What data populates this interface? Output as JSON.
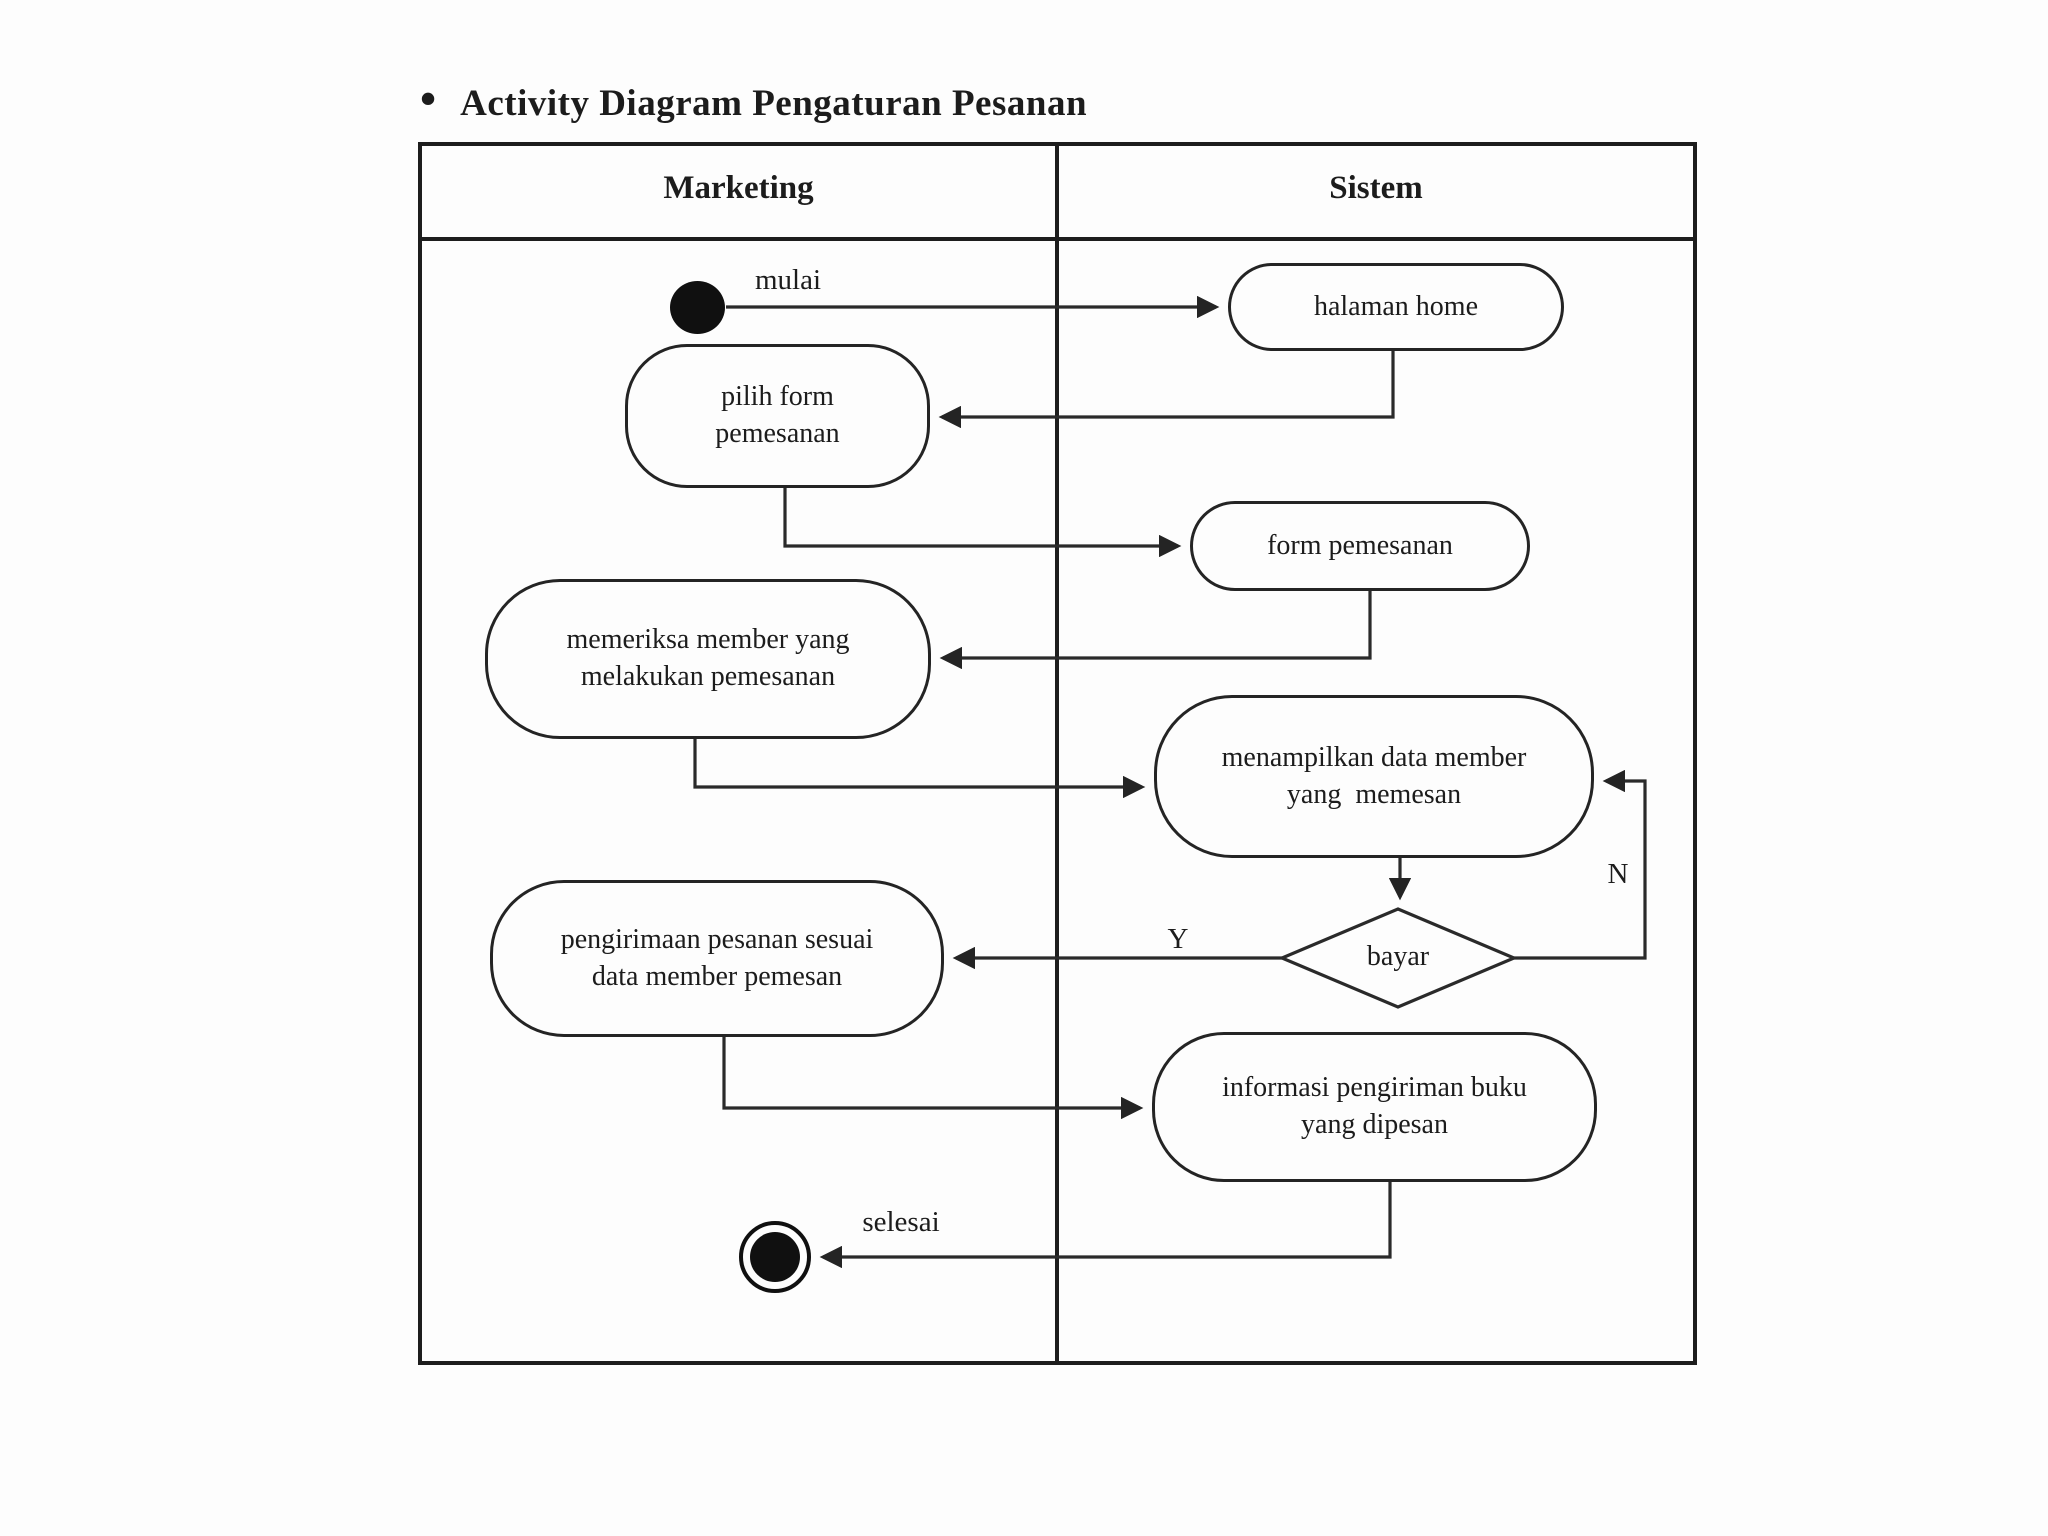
{
  "title": {
    "bullet": "•",
    "text": "Activity Diagram Pengaturan Pesanan"
  },
  "lanes": {
    "left": "Marketing",
    "right": "Sistem"
  },
  "nodes": {
    "start_label": "mulai",
    "halaman_home": "halaman home",
    "pilih_form": {
      "line1": "pilih form",
      "line2": "pemesanan"
    },
    "form_pemesanan": "form pemesanan",
    "memeriksa": {
      "line1": "memeriksa member yang",
      "line2": "melakukan pemesanan"
    },
    "menampilkan": {
      "line1": "menampilkan data member",
      "line2": "yang  memesan"
    },
    "bayar": "bayar",
    "pengirimaan": {
      "line1": "pengirimaan pesanan sesuai",
      "line2": "data member pemesan"
    },
    "informasi": {
      "line1": "informasi pengiriman buku",
      "line2": "yang dipesan"
    },
    "end_label": "selesai"
  },
  "edge_labels": {
    "yes": "Y",
    "no": "N"
  },
  "colors": {
    "line": "#2a2a2a",
    "background": "#fdfdfd",
    "node_fill": "#fdfdfd",
    "terminal_fill": "#101010"
  }
}
